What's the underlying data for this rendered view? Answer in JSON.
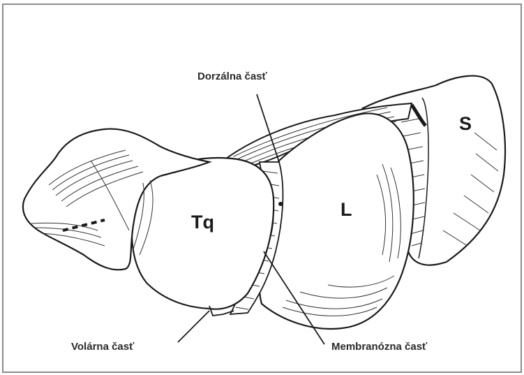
{
  "labels": {
    "dorsal": "Dorzálna časť",
    "volar": "Volárna časť",
    "membranous": "Membranózna časť",
    "tq": "Tq",
    "l": "L",
    "s": "S"
  }
}
